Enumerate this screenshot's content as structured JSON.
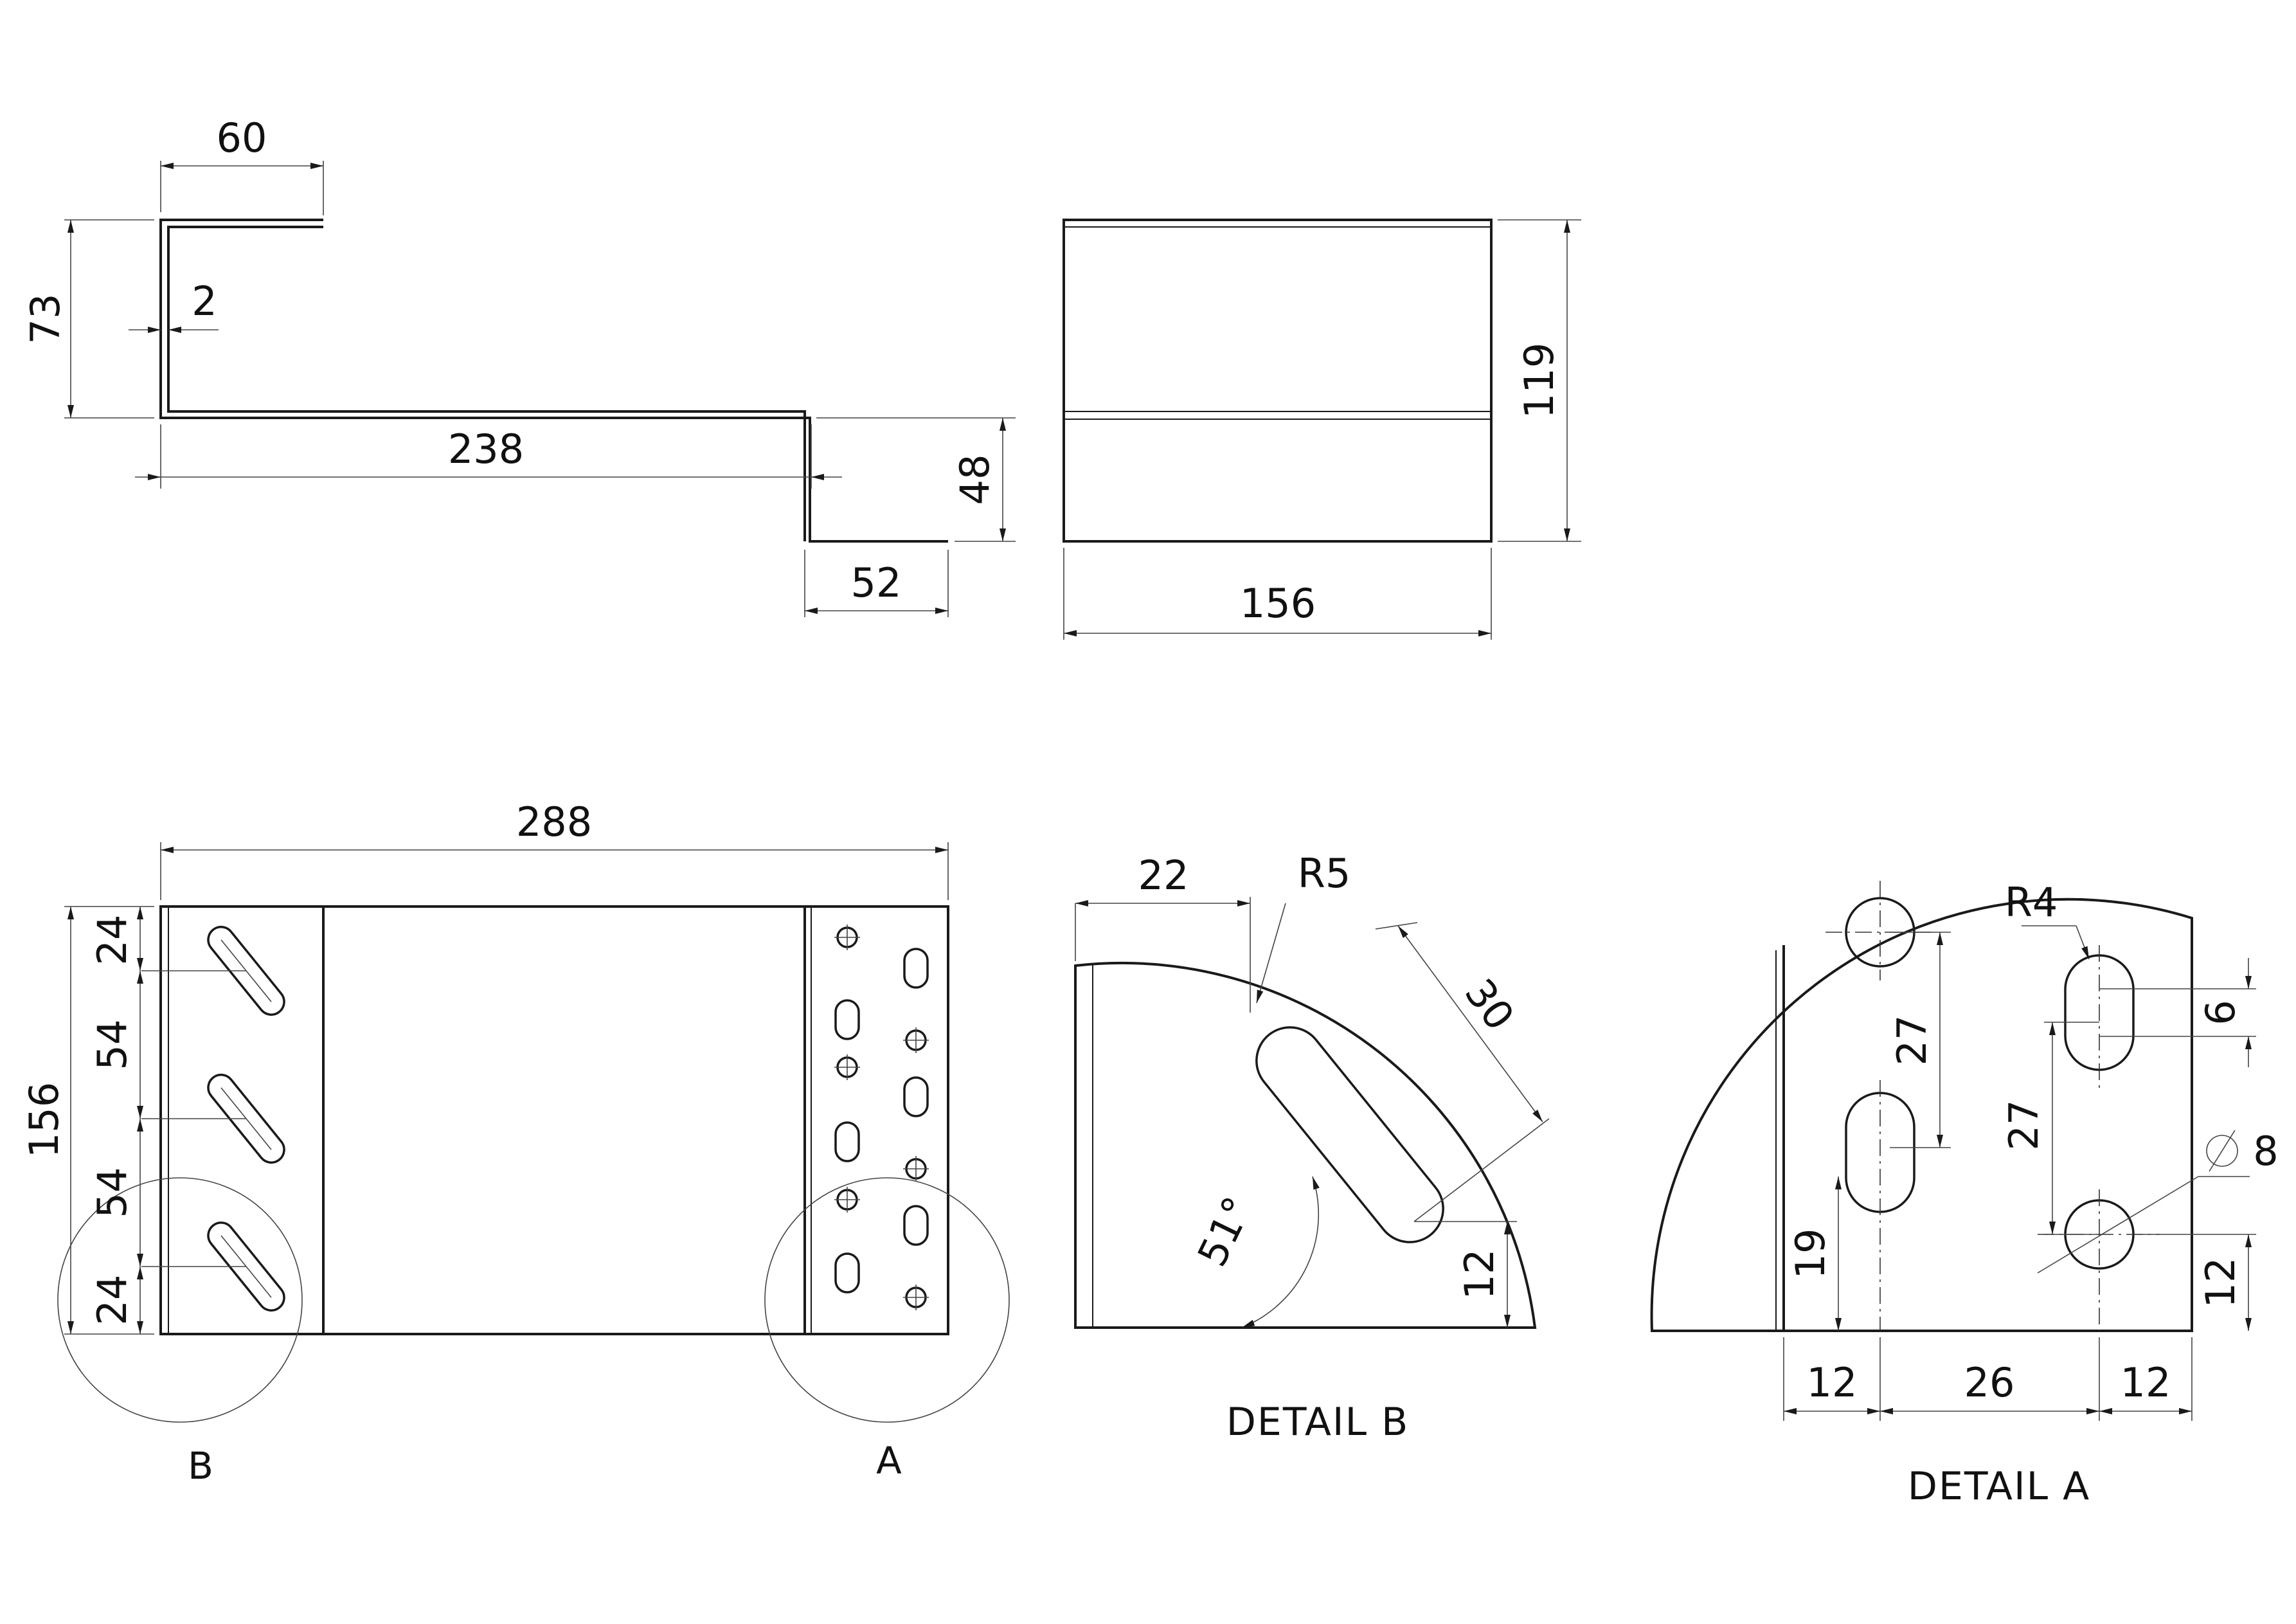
{
  "views": {
    "side": {
      "dims": {
        "top_flange": "60",
        "thickness": "2",
        "upper_height": "73",
        "mid_length": "238",
        "lower_height": "48",
        "bottom_flange": "52"
      }
    },
    "front": {
      "dims": {
        "height": "119",
        "width": "156"
      }
    },
    "plan": {
      "dims": {
        "length": "288",
        "width": "156",
        "slot_top": "24",
        "pitch_1": "54",
        "pitch_2": "54",
        "slot_bottom": "24"
      },
      "callouts": {
        "detail_b": "B",
        "detail_a": "A"
      }
    },
    "detail_b": {
      "caption": "DETAIL B",
      "dims": {
        "offset": "22",
        "radius": "R5",
        "slot_length": "30",
        "angle": "51°",
        "edge_offset": "12"
      }
    },
    "detail_a": {
      "caption": "DETAIL A",
      "dims": {
        "radius": "R4",
        "slot_length": "6",
        "pitch_right": "27",
        "pitch_left": "27",
        "left_height": "19",
        "hole_dia": "8",
        "right_height": "12",
        "bottom_left": "12",
        "bottom_mid": "26",
        "bottom_right": "12"
      }
    }
  },
  "colors": {
    "line": "#1a1a1a",
    "background": "#ffffff"
  }
}
